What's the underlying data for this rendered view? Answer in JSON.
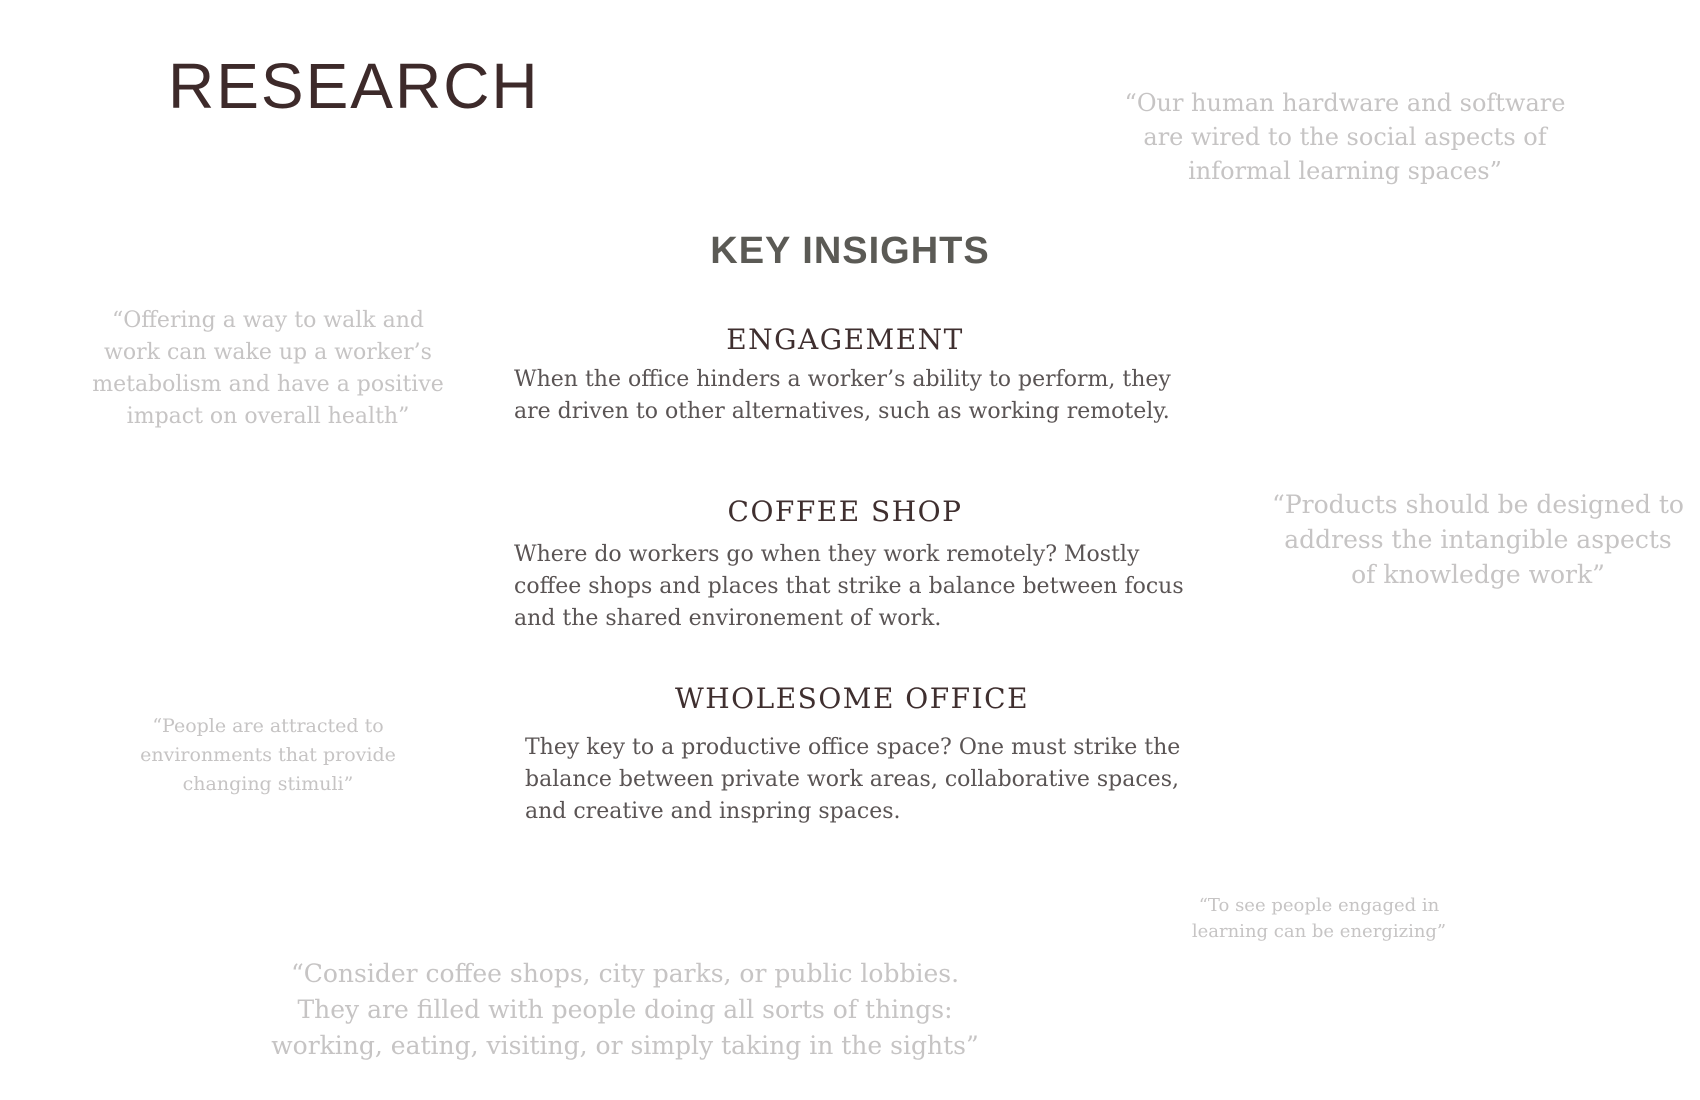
{
  "page": {
    "title": "RESEARCH"
  },
  "key_insights": {
    "heading": "KEY INSIGHTS",
    "items": [
      {
        "title": "ENGAGEMENT",
        "lines": [
          "When the office hinders a worker’s ability to perform, they",
          "are driven to other alternatives, such as working remotely."
        ]
      },
      {
        "title": "COFFEE SHOP",
        "lines": [
          "Where do workers go when they work remotely? Mostly",
          "coffee shops and places that strike a balance between focus",
          "and the shared environement of work."
        ]
      },
      {
        "title": "WHOLESOME OFFICE",
        "lines": [
          "They key to a productive office space? One must strike the",
          "balance between private work areas, collaborative spaces,",
          "and creative and inspring spaces."
        ]
      }
    ]
  },
  "quotes": [
    {
      "lines": [
        "“Our human hardware and software",
        "are wired to the social aspects of",
        "informal learning spaces”"
      ]
    },
    {
      "lines": [
        "“Offering a way to walk and",
        "work can wake up a worker’s",
        "metabolism and have a positive",
        "impact on overall health”"
      ]
    },
    {
      "lines": [
        "“Products should be designed to",
        "address the intangible aspects",
        "of knowledge work”"
      ]
    },
    {
      "lines": [
        "“People are attracted to",
        "environments that provide",
        "changing stimuli”"
      ]
    },
    {
      "lines": [
        "“To see people engaged in",
        "learning can be energizing”"
      ]
    },
    {
      "lines": [
        "“Consider coffee shops, city parks, or public lobbies.",
        "They are filled with people doing all sorts of things:",
        "working, eating, visiting, or simply taking in the sights”"
      ]
    }
  ]
}
